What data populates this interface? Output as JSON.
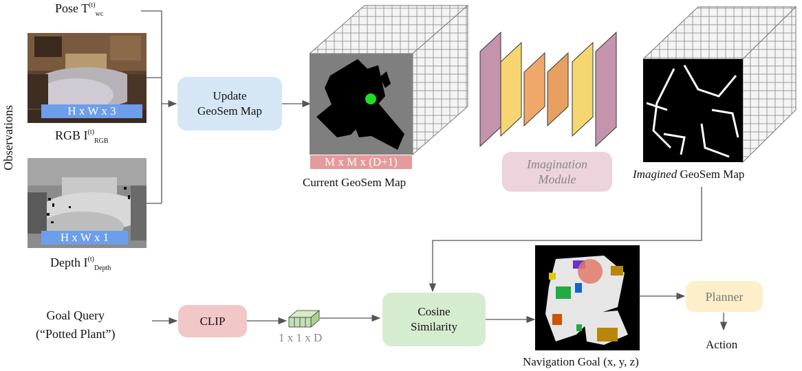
{
  "observations": {
    "side_label": "Observations",
    "pose_label": "Pose T",
    "pose_sup": "(t)",
    "pose_sub": "wc",
    "rgb_dims": "H x W x 3",
    "rgb_label": "RGB I",
    "rgb_sup": "(t)",
    "rgb_sub": "RGB",
    "depth_dims": "H x W x 1",
    "depth_label": "Depth I",
    "depth_sup": "(t)",
    "depth_sub": "Depth"
  },
  "update_box": {
    "line1": "Update",
    "line2": "GeoSem Map"
  },
  "current_map": {
    "dims": "M x M x (D+1)",
    "caption": "Current GeoSem Map"
  },
  "imagination": {
    "line1": "Imagination",
    "line2": "Module"
  },
  "imagined_map": {
    "caption_italic": "Imagined",
    "caption_rest": " GeoSem Map"
  },
  "goal": {
    "line1": "Goal Query",
    "line2": "(“Potted Plant”)"
  },
  "clip_box": {
    "label": "CLIP"
  },
  "embedding": {
    "dims": "1 x 1 x D"
  },
  "cosine_box": {
    "line1": "Cosine",
    "line2": "Similarity"
  },
  "nav_goal": {
    "caption": "Navigation Goal (x, y, z)"
  },
  "planner_box": {
    "label": "Planner"
  },
  "action": {
    "label": "Action"
  },
  "colors": {
    "update_fill": "#d6e6f4",
    "clip_fill": "#f2c7c7",
    "cosine_fill": "#d6ecd1",
    "planner_fill": "#fdefc9",
    "imagination_fill": "#ecd3dc",
    "dims_bar_blue": "#6d9eeb",
    "dims_bar_red": "#e69a9a",
    "arrow": "#555555"
  }
}
